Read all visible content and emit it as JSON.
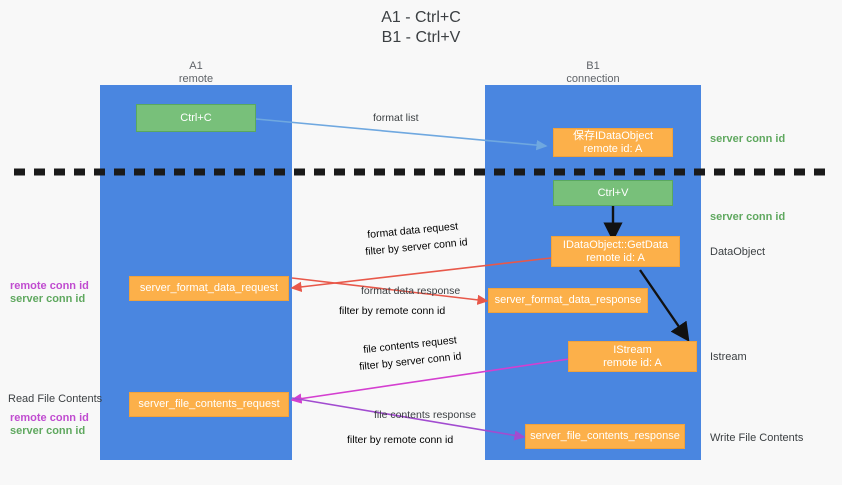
{
  "title": {
    "line1": "A1 - Ctrl+C",
    "line2": "B1 - Ctrl+V"
  },
  "columns": [
    {
      "name": "A1",
      "role": "remote"
    },
    {
      "name": "B1",
      "role": "connection"
    }
  ],
  "colors": {
    "column_band": "#4a86e0",
    "green_box": "#78c07a",
    "orange_box": "#fcb04a",
    "server_conn_id": "#5fa85f",
    "remote_conn_id": "#c04cd0",
    "arrow_blue": "#6fa8e0",
    "arrow_red": "#e8584a",
    "arrow_magenta": "#d43fd0",
    "arrow_purple": "#a24cd0",
    "arrow_black": "#000000",
    "divider": "#1a1a1a"
  },
  "boxes": {
    "ctrl_c": {
      "label": "Ctrl+C"
    },
    "save_idataobject": {
      "line1": "保存IDataObject",
      "line2": "remote id: A"
    },
    "ctrl_v": {
      "label": "Ctrl+V"
    },
    "getdata": {
      "line1": "IDataObject::GetData",
      "line2": "remote id: A"
    },
    "istream": {
      "line1": "IStream",
      "line2": "remote id: A"
    },
    "server_format_data_request": {
      "label": "server_format_data_request"
    },
    "server_format_data_response": {
      "label": "server_format_data_response"
    },
    "server_file_contents_request": {
      "label": "server_file_contents_request"
    },
    "server_file_contents_response": {
      "label": "server_file_contents_response"
    }
  },
  "edge_labels": {
    "format_list": "format list",
    "format_data_request": "format data request",
    "format_data_request_filter_prefix": "filter by ",
    "format_data_request_filter_value": "server conn id",
    "format_data_response": "format data response",
    "format_data_response_filter_prefix": "filter by ",
    "format_data_response_filter_value": "remote conn id",
    "file_contents_request": "file contents request",
    "file_contents_request_filter_prefix": "filter by ",
    "file_contents_request_filter_value": "server conn id",
    "file_contents_response": "file contents response",
    "file_contents_response_filter_prefix": "filter by ",
    "file_contents_response_filter_value": "remote conn id"
  },
  "left_annotations": {
    "format_remote": "remote conn id",
    "format_server": "server conn id",
    "read_file_contents": "Read File Contents",
    "file_remote": "remote conn id",
    "file_server": "server conn id"
  },
  "right_annotations": {
    "top_server_conn_id": "server conn id",
    "paste_server_conn_id": "server conn id",
    "dataobject": "DataObject",
    "istream": "Istream",
    "write_file_contents": "Write File Contents"
  }
}
